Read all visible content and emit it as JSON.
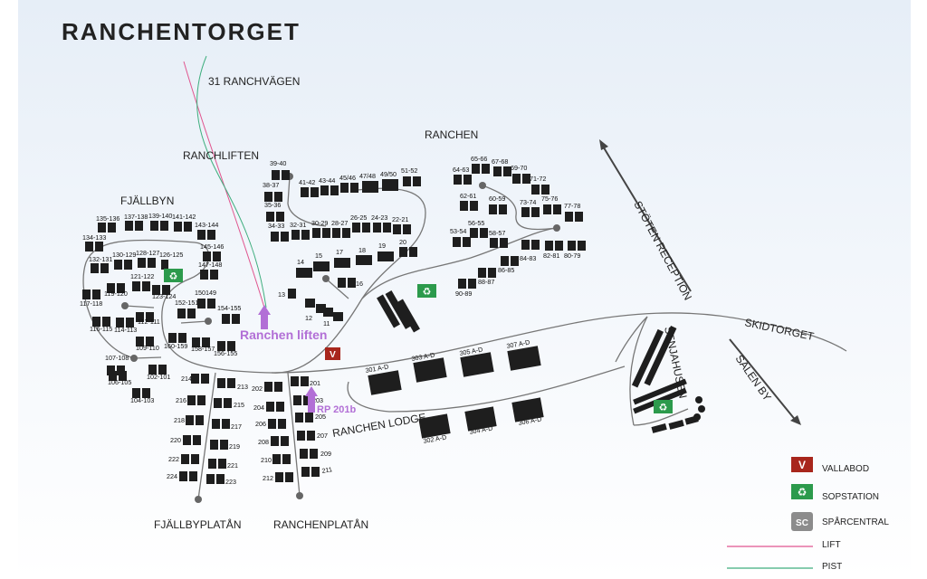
{
  "title": "RANCHENTORGET",
  "areas": {
    "ranchvagen": "31 RANCHVÄGEN",
    "ranchliften": "RANCHLIFTEN",
    "fjallbyn": "FJÄLLBYN",
    "ranchen": "RANCHEN",
    "stoten": "STÖTEN RECEPTION",
    "skidtorget": "SKIDTORGET",
    "salen": "SÄLEN BY",
    "senjahusen": "SENJAHUSEN",
    "ranchen_lodge": "RANCHEN LODGE",
    "fjallbyplatan": "FJÄLLBYPLATÅN",
    "ranchenplatan": "RANCHENPLATÅN"
  },
  "highlights": {
    "lift_marker": "Ranchen liften",
    "rp_marker": "RP 201b",
    "color": "#b26fd6"
  },
  "cabin_labels": [
    "135-136",
    "137-138",
    "139-140",
    "141-142",
    "143-144",
    "134-133",
    "145-146",
    "132-131",
    "130-129",
    "128-127",
    "126-125",
    "147-148",
    "121-122",
    "119-120",
    "123-124",
    "117-118",
    "152-151",
    "150149",
    "154-155",
    "116-115",
    "114-113",
    "112-111",
    "109-110",
    "160-159",
    "158-157",
    "156-155",
    "107-108",
    "102-101",
    "106-105",
    "104-103",
    "39-40",
    "38-37",
    "41-42",
    "43-44",
    "45/46",
    "47/48",
    "49/50",
    "51-52",
    "35-36",
    "34-33",
    "32-31",
    "30-29",
    "28-27",
    "26-25",
    "24-23",
    "22-21",
    "20",
    "14",
    "15",
    "17",
    "18",
    "19",
    "13",
    "16",
    "12",
    "11",
    "64-63",
    "65-66",
    "67-68",
    "69-70",
    "71-72",
    "62-61",
    "60-59",
    "73-74",
    "75-76",
    "77-78",
    "53-54",
    "56-55",
    "58-57",
    "84-83",
    "82-81",
    "80-79",
    "86-85",
    "88-87",
    "90-89",
    "214",
    "213",
    "216",
    "215",
    "218",
    "217",
    "220",
    "219",
    "222",
    "221",
    "224",
    "223",
    "202",
    "201",
    "204",
    "203",
    "206",
    "205",
    "208",
    "207",
    "210",
    "209",
    "212",
    "211",
    "301 A-D",
    "303 A-D",
    "305 A-D",
    "307 A-D",
    "302 A-D",
    "304 A-D",
    "306 A-D"
  ],
  "legend": {
    "vallabod": {
      "symbol": "V",
      "label": "VALLABOD",
      "color": "#a8261c"
    },
    "sopstation": {
      "symbol": "♻",
      "label": "SOPSTATION",
      "color": "#2c9a4c"
    },
    "sparcentral": {
      "symbol": "SC",
      "label": "SPÅRCENTRAL",
      "color": "#8c8c8c"
    },
    "lift": {
      "label": "LIFT",
      "color": "#e0568f"
    },
    "pist": {
      "label": "PIST",
      "color": "#3fae7e"
    }
  }
}
